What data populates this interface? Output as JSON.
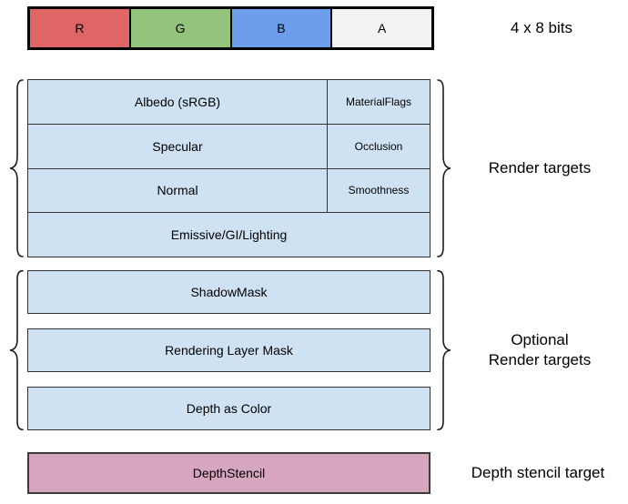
{
  "diagram": {
    "format_bar": {
      "bits_label": "4 x 8 bits",
      "channels": [
        {
          "label": "R",
          "color": "#e06666"
        },
        {
          "label": "G",
          "color": "#93c47d"
        },
        {
          "label": "B",
          "color": "#6d9eeb"
        },
        {
          "label": "A",
          "color": "#f3f3f3"
        }
      ]
    },
    "render_targets": {
      "group_label": "Render targets",
      "fill_color": "#cfe2f3",
      "rows": [
        {
          "main": "Albedo (sRGB)",
          "alpha": "MaterialFlags"
        },
        {
          "main": "Specular",
          "alpha": "Occlusion"
        },
        {
          "main": "Normal",
          "alpha": "Smoothness"
        },
        {
          "main": "Emissive/GI/Lighting"
        }
      ]
    },
    "optional_render_targets": {
      "group_label_line1": "Optional",
      "group_label_line2": "Render targets",
      "fill_color": "#cfe2f3",
      "rows": [
        "ShadowMask",
        "Rendering Layer Mask",
        "Depth as Color"
      ]
    },
    "depth_stencil": {
      "box_label": "DepthStencil",
      "group_label": "Depth stencil target",
      "fill_color": "#d5a6bd"
    }
  }
}
